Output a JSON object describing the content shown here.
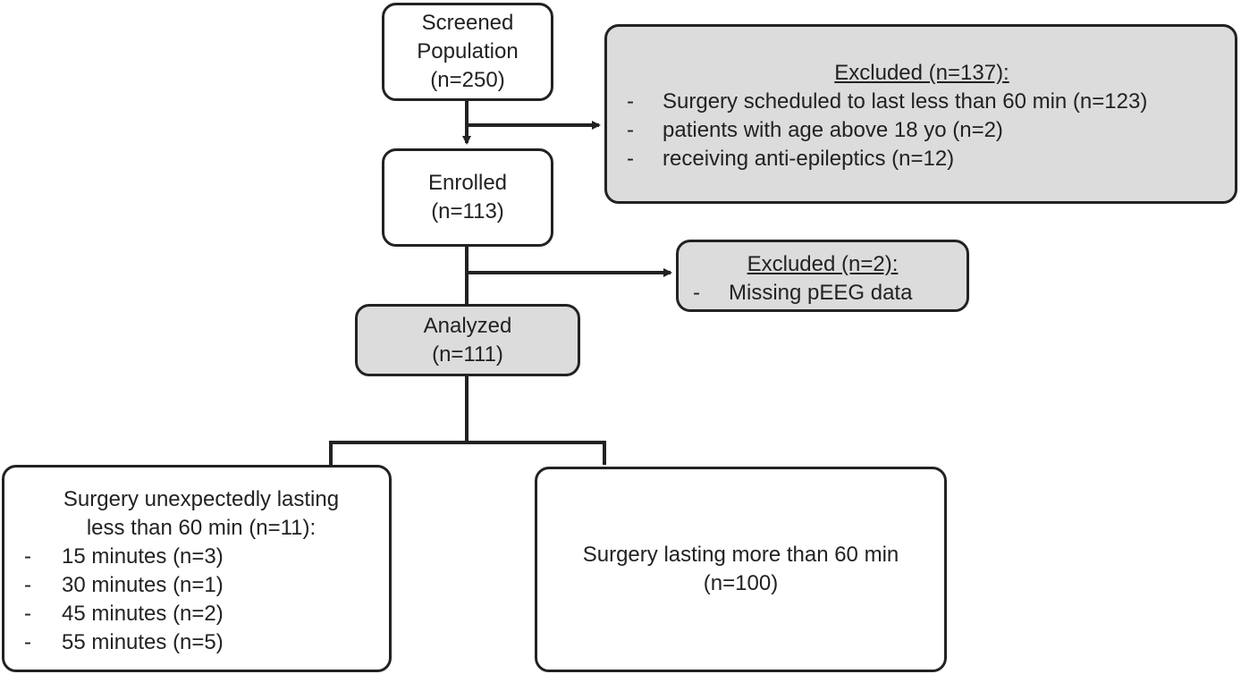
{
  "screened": {
    "line1": "Screened",
    "line2": "Population",
    "count": "(n=250)"
  },
  "excluded1": {
    "title": "Excluded (n=137):",
    "items": [
      "Surgery scheduled to last less than 60 min (n=123)",
      "patients with age above 18 yo (n=2)",
      "receiving anti-epileptics (n=12)"
    ]
  },
  "enrolled": {
    "label": "Enrolled",
    "count": "(n=113)"
  },
  "excluded2": {
    "title": "Excluded (n=2):",
    "items": [
      "Missing pEEG data"
    ]
  },
  "analyzed": {
    "label": "Analyzed",
    "count": "(n=111)"
  },
  "short_surgery": {
    "line1": "Surgery unexpectedly lasting",
    "line2": "less than 60 min (n=11):",
    "items": [
      "15 minutes (n=3)",
      "30 minutes (n=1)",
      "45 minutes (n=2)",
      "55 minutes (n=5)"
    ]
  },
  "long_surgery": {
    "line1": "Surgery lasting more than 60 min",
    "count": "(n=100)"
  },
  "bullet": "-",
  "colors": {
    "gray_fill": "#dcdcdc",
    "stroke": "#222222"
  }
}
